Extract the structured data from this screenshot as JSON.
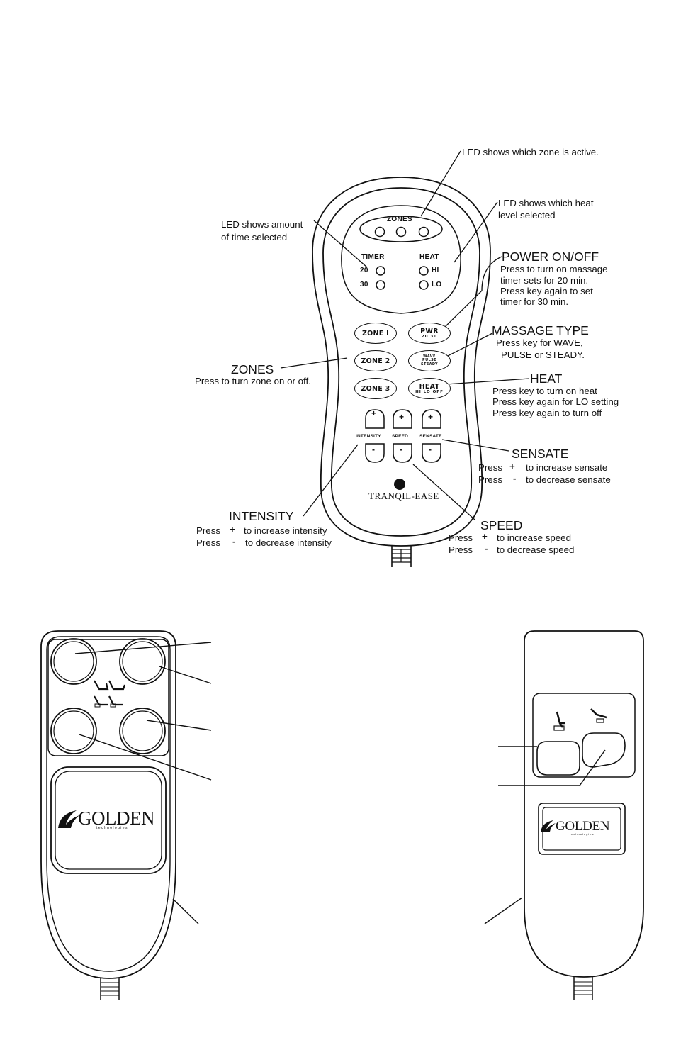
{
  "top_remote": {
    "zones_panel_label": "ZONES",
    "timer_label": "TIMER",
    "timer_20": "20",
    "timer_30": "30",
    "heat_panel_label": "HEAT",
    "heat_hi": "HI",
    "heat_lo": "LO",
    "keys": {
      "zone1": "ZONE I",
      "zone2": "ZONE 2",
      "zone3": "ZONE 3",
      "pwr": "PWR",
      "pwr_sub": "20  30",
      "wave": "WAVE",
      "pulse": "PULSE",
      "steady": "STEADY",
      "heat": "HEAT",
      "heat_sub": "HI  LO  OFF",
      "plus": "+",
      "minus": "-"
    },
    "bottom_labels": {
      "intensity": "INTENSITY",
      "speed": "SPEED",
      "sensate": "SENSATE"
    },
    "brand": "TRANQIL-EASE"
  },
  "callouts": {
    "led_zone": "LED shows which zone is active.",
    "led_heat_1": "LED shows which heat",
    "led_heat_2": "level selected",
    "led_time_1": "LED shows amount",
    "led_time_2": "of time selected",
    "power_title": "POWER ON/OFF",
    "power_1": "Press to turn on massage",
    "power_2": "timer sets for 20 min.",
    "power_3": "Press key again to set",
    "power_4": "timer for 30 min.",
    "massage_title": "MASSAGE TYPE",
    "massage_1": "Press key for WAVE,",
    "massage_2": "PULSE or STEADY.",
    "zones_title": "ZONES",
    "zones_1": "Press to turn zone on or off.",
    "heat_title": "HEAT",
    "heat_1": "Press key to turn on heat",
    "heat_2": "Press key again for LO setting",
    "heat_3": "Press key again to turn off",
    "sensate_title": "SENSATE",
    "sensate_press": "Press",
    "sensate_plus": "+",
    "sensate_plus_text": "to increase sensate",
    "sensate_minus": "-",
    "sensate_minus_text": "to decrease sensate",
    "intensity_title": "INTENSITY",
    "intensity_press": "Press",
    "intensity_plus": "+",
    "intensity_plus_text": "to increase intensity",
    "intensity_minus": "-",
    "intensity_minus_text": "to decrease intensity",
    "speed_title": "SPEED",
    "speed_press": "Press",
    "speed_plus": "+",
    "speed_plus_text": "to increase speed",
    "speed_minus": "-",
    "speed_minus_text": "to decrease speed"
  },
  "lower_remotes": {
    "left_logo": "GOLDEN",
    "left_logo_sub": "technologies",
    "right_logo": "GOLDEN",
    "right_logo_sub": "technologies"
  }
}
